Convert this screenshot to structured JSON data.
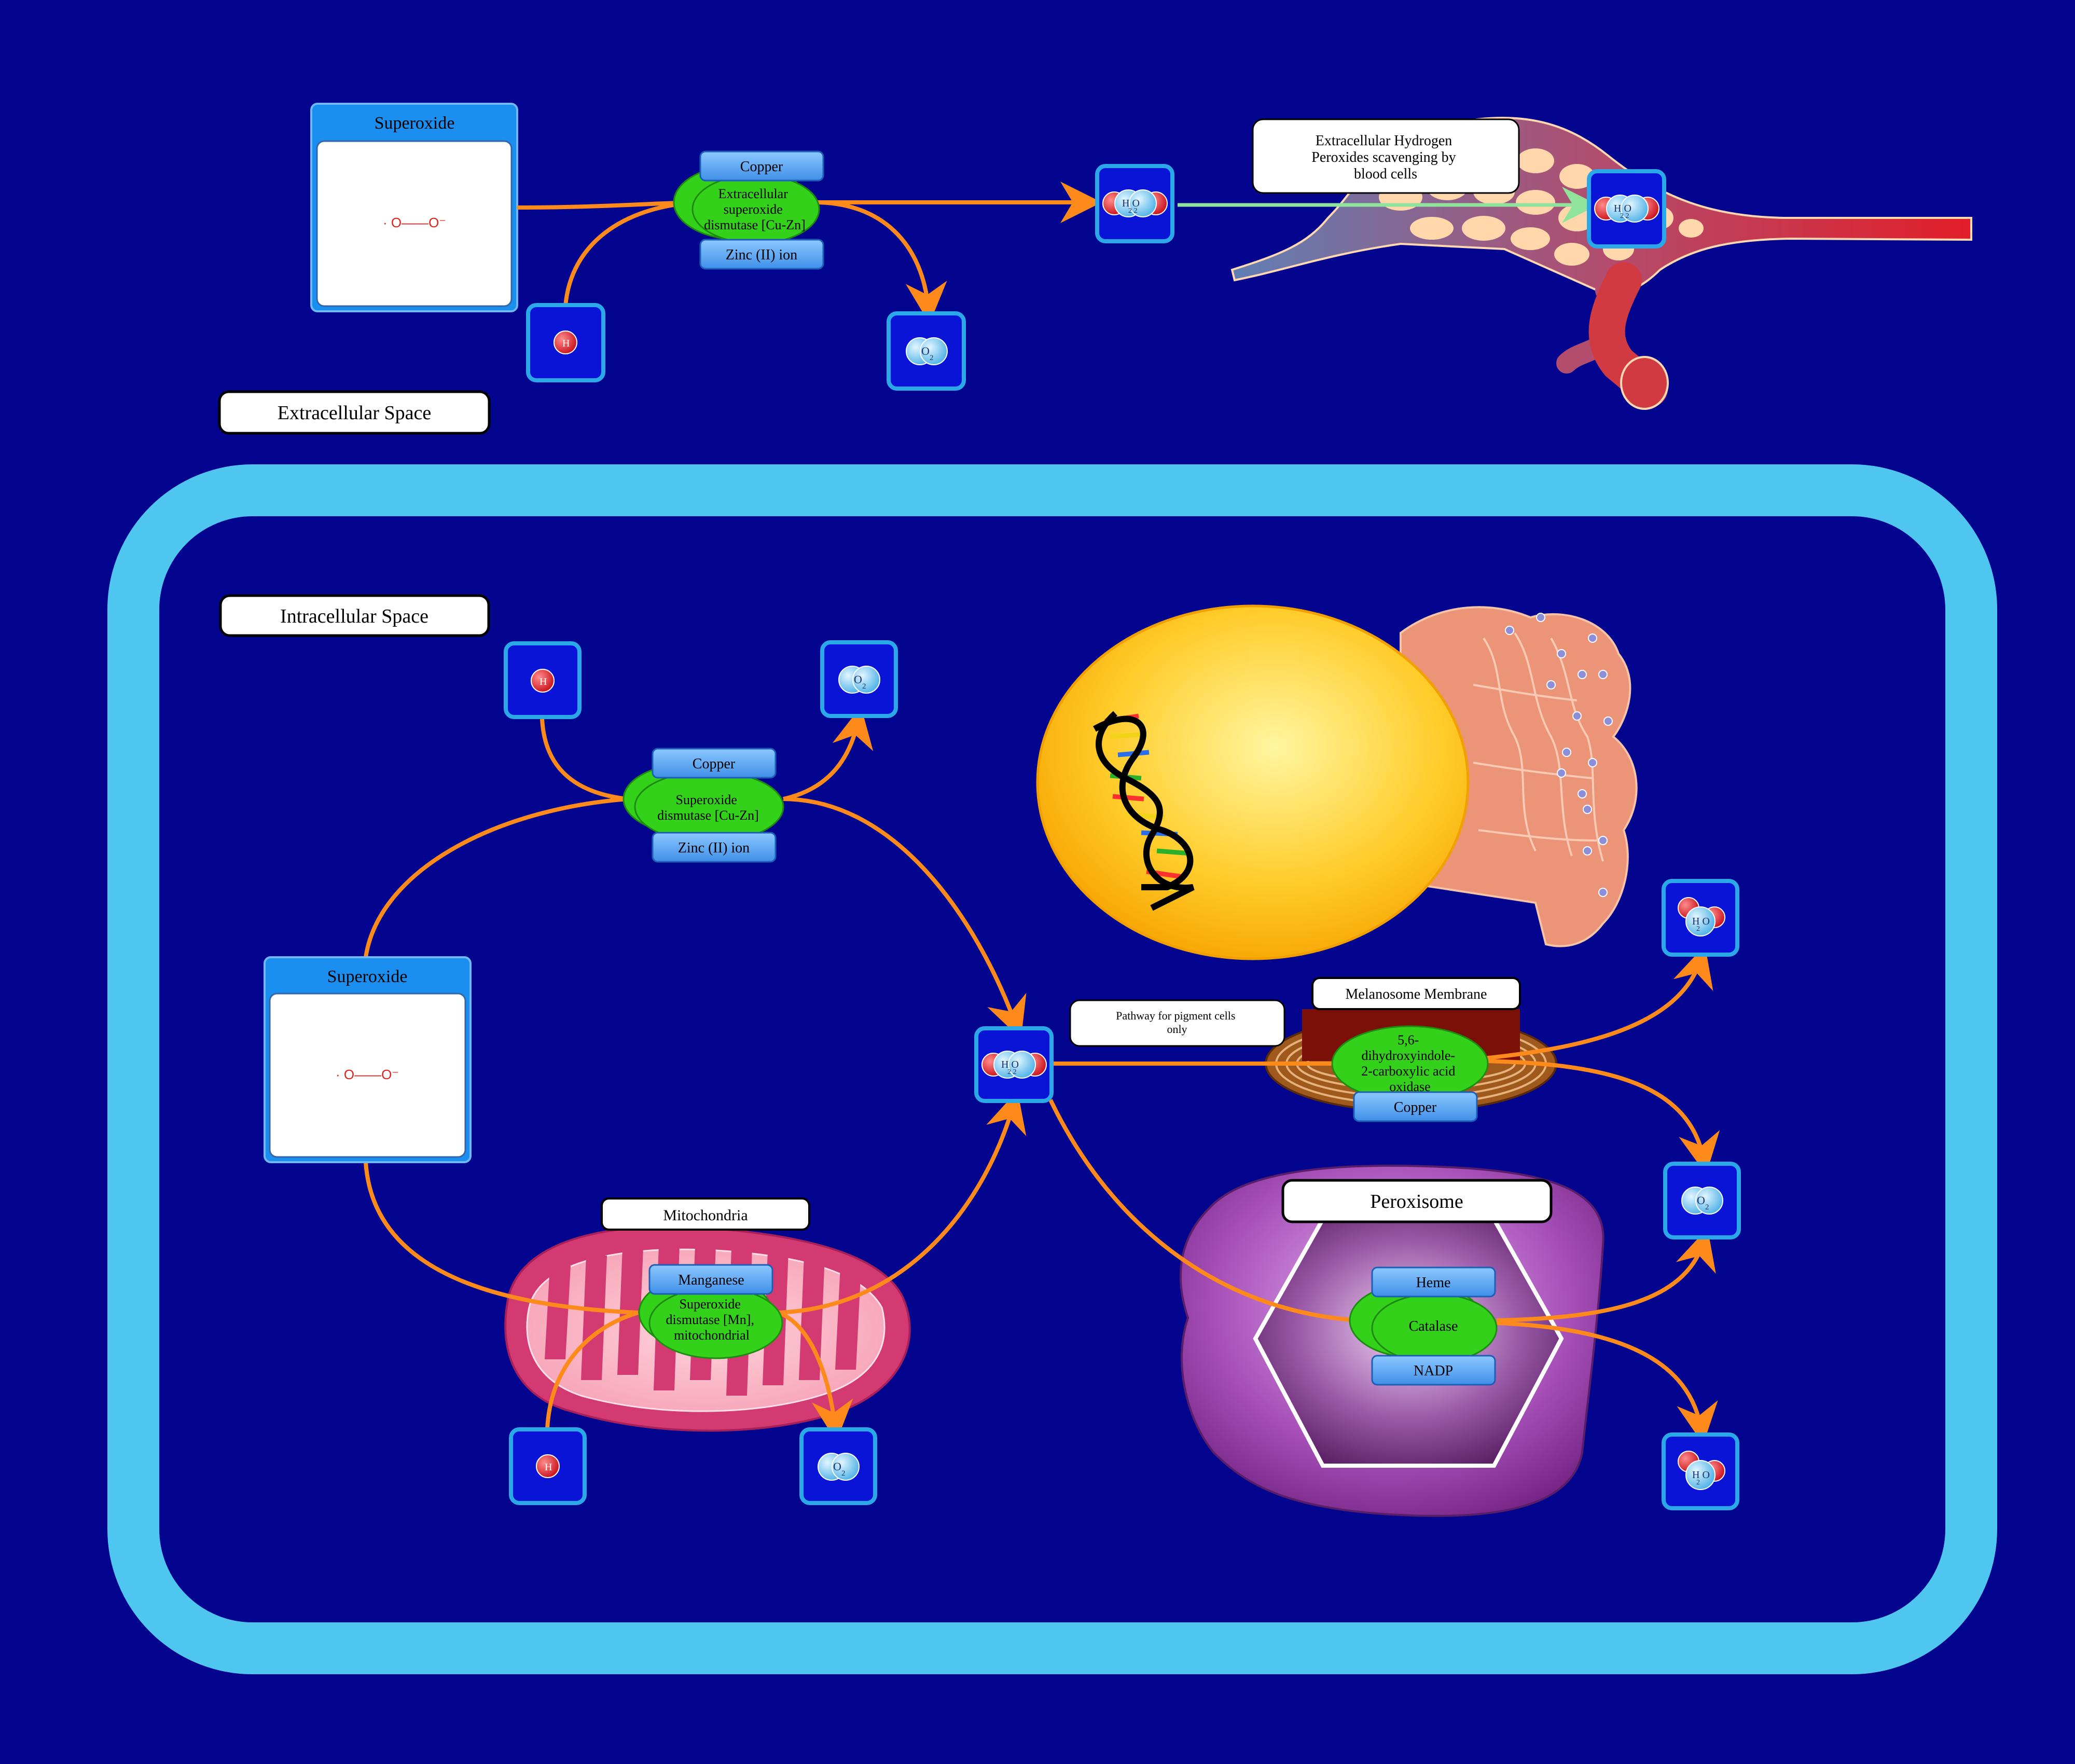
{
  "colors": {
    "background": "#03058f",
    "membrane": "#4fc6f0",
    "arrow": "#ff8a1c",
    "enzyme": "#33d11a",
    "cofactor": "#5aa8f5",
    "molecule_box": "#0a14d6"
  },
  "regions": {
    "extracellular_label": "Extracellular Space",
    "intracellular_label": "Intracellular Space"
  },
  "extracellular": {
    "superoxide_title": "Superoxide",
    "superoxide_formula": "· O——O⁻",
    "enzyme": "Extracellular superoxide dismutase [Cu-Zn]",
    "cofactor_top": "Copper",
    "cofactor_bottom": "Zinc (II) ion",
    "blood_note": "Extracellular Hydrogen Peroxides scavenging by blood cells"
  },
  "intracellular": {
    "superoxide_title": "Superoxide",
    "superoxide_formula": "· O——O⁻",
    "sod_cuzn": {
      "enzyme": "Superoxide dismutase [Cu-Zn]",
      "cofactor_top": "Copper",
      "cofactor_bottom": "Zinc (II) ion"
    },
    "mito": {
      "label": "Mitochondria",
      "enzyme": "Superoxide dismutase [Mn], mitochondrial",
      "cofactor": "Manganese"
    },
    "melanosome": {
      "label": "Melanosome Membrane",
      "note": "Pathway for pigment cells only",
      "enzyme": "5,6-dihydroxyindole-2-carboxylic acid oxidase",
      "cofactor": "Copper"
    },
    "peroxisome": {
      "label": "Peroxisome",
      "enzyme": "Catalase",
      "cofactor_top": "Heme",
      "cofactor_bottom": "NADP"
    }
  },
  "molecules": {
    "h_plus": "H",
    "h_plus_charge": "+",
    "o2": "O",
    "o2_sub": "2",
    "h2o2": "H  O",
    "h2o2_sub": "2   2",
    "h2o": "H  O",
    "h2o_sub": "2"
  }
}
